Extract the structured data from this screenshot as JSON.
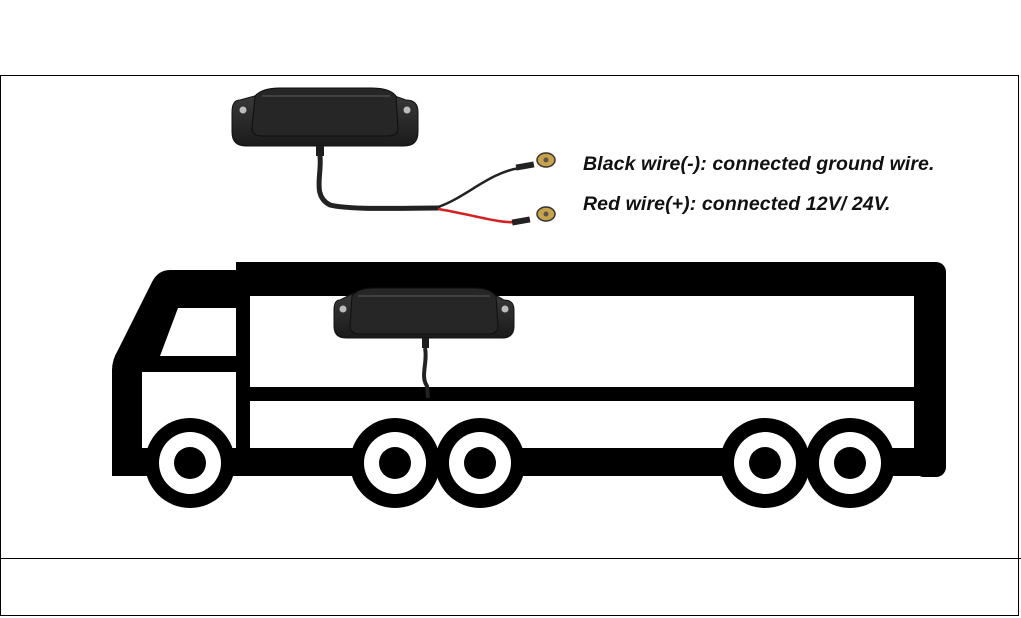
{
  "captions": {
    "black_wire": "Black wire(-): connected ground wire.",
    "red_wire": "Red wire(+): connected 12V/ 24V."
  },
  "colors": {
    "truck": "#000000",
    "device_body": "#2b2b2b",
    "device_top": "#1c1c1c",
    "wire_black": "#222222",
    "wire_red": "#d42020",
    "background": "#ffffff"
  },
  "icons": {
    "device_top": "gps-tracker-device",
    "device_on_truck": "gps-tracker-device",
    "truck": "truck-outline"
  }
}
